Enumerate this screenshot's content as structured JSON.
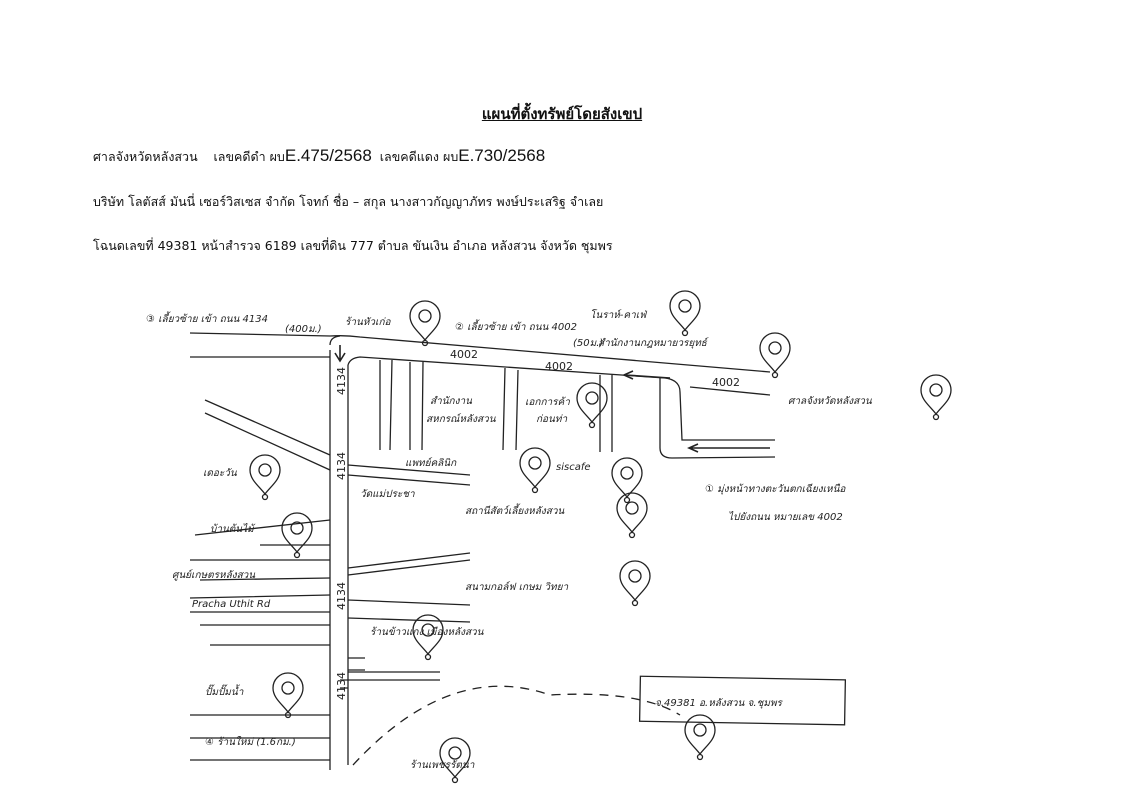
{
  "document": {
    "title": "แผนที่ตั้งทรัพย์โดยสังเขป",
    "line1": {
      "court": "ศาลจังหวัดหลังสวน",
      "black_case_label": "เลขคดีดำ ผบ",
      "black_case_no": "E.475/2568",
      "red_case_label": "เลขคดีแดง ผบ",
      "red_case_no": "E.730/2568"
    },
    "line2": "บริษัท โลตัสส์ มันนี่ เซอร์วิสเซส จำกัด  โจทก์  ชื่อ – สกุล นางสาวกัญญาภัทร พงษ์ประเสริฐ  จำเลย",
    "line3": "โฉนดเลขที่ 49381  หน้าสำรวจ  6189  เลขที่ดิน 777 ตำบล ขันเงิน อำเภอ หลังสวน จังหวัด ชุมพร"
  },
  "map": {
    "roads": {
      "r4002a": "4002",
      "r4002b": "4002",
      "r4002c": "4002",
      "r4134a": "4134",
      "r4134b": "4134",
      "r4134c": "4134",
      "r4134d": "4134",
      "pracha": "Pracha Uthit Rd"
    },
    "labels": {
      "l3": "③ เลี้ยวซ้าย เข้า ถนน 4134",
      "l3d": "(400ม.)",
      "huaket": "ร้านหัวเก่อ",
      "l2": "② เลี้ยวซ้าย เข้า ถนน 4002",
      "l2d": "(50ม.)",
      "cafe1": "โนราห์-คาเฟ่",
      "lawyer": "สำนักงานกฎหมายวรยุทธ์",
      "court": "ศาลจังหวัดหลังสวน",
      "office1": "สำนักงาน",
      "office2": "สหกรณ์หลังสวน",
      "shop1": "เอกการค้า",
      "shop2": "ก่อนท่า",
      "clinic": "แพทย์คลินิก",
      "siscafe": "siscafe",
      "flower": "เดอะวัน",
      "temple": "วัดแม่ประชา",
      "park": "บ้านต้นไม้",
      "pet": "สถานีสัตว์เลี้ยงหลังสวน",
      "l1a": "① มุ่งหน้าทางตะวันตกเฉียงเหนือ",
      "l1b": "ไปยังถนน หมายเลข 4002",
      "school": "ศูนย์เกษตรหลังสวน",
      "golf": "สนามกอล์ฟ เกษม วิทยา",
      "restaurant": "ร้านข้าวแกง เมืองหลังสวน",
      "shop3": "ปั๊มปั๊มน้ำ",
      "l4": "④ ร้านใหม่ (1.6กม.)",
      "shop4": "ร้านเพชรรัตนา",
      "target": "จ.49381 อ.หลังสวน จ.ชุมพร"
    },
    "pin_icons": [
      "lock-icon",
      "coffee-icon",
      "scale-icon",
      "building-icon",
      "lock-icon",
      "pill-icon",
      "coffee-icon",
      "flower-icon",
      "flower-icon",
      "pet-icon",
      "flag-icon",
      "fork-knife-icon",
      "lock-icon",
      "lock-icon",
      "target-icon"
    ]
  }
}
